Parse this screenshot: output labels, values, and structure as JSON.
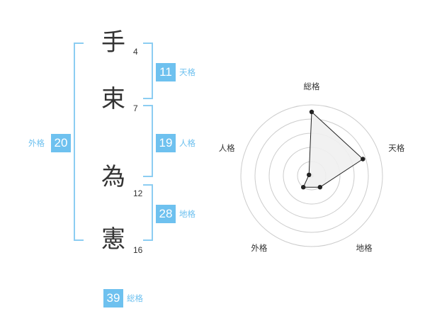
{
  "name": {
    "characters": [
      {
        "char": "手",
        "strokes": "4"
      },
      {
        "char": "束",
        "strokes": "7"
      },
      {
        "char": "為",
        "strokes": "12"
      },
      {
        "char": "憲",
        "strokes": "16"
      }
    ]
  },
  "fortunes": {
    "tenkaku": {
      "value": "11",
      "label": "天格"
    },
    "jinkaku": {
      "value": "19",
      "label": "人格"
    },
    "chikaku": {
      "value": "28",
      "label": "地格"
    },
    "gaikaku": {
      "value": "20",
      "label": "外格"
    },
    "soukaku": {
      "value": "39",
      "label": "総格"
    }
  },
  "colors": {
    "accent": "#6ec1ef",
    "bracket": "#8ccdf2",
    "text": "#333333",
    "ring": "#cccccc",
    "fill": "#f0f0f0"
  },
  "chart_data": {
    "type": "radar",
    "axes": [
      "総格",
      "天格",
      "地格",
      "外格",
      "人格"
    ],
    "max": 5,
    "rings": 5,
    "values": [
      4.5,
      3.8,
      1.0,
      1.0,
      0.2
    ]
  }
}
